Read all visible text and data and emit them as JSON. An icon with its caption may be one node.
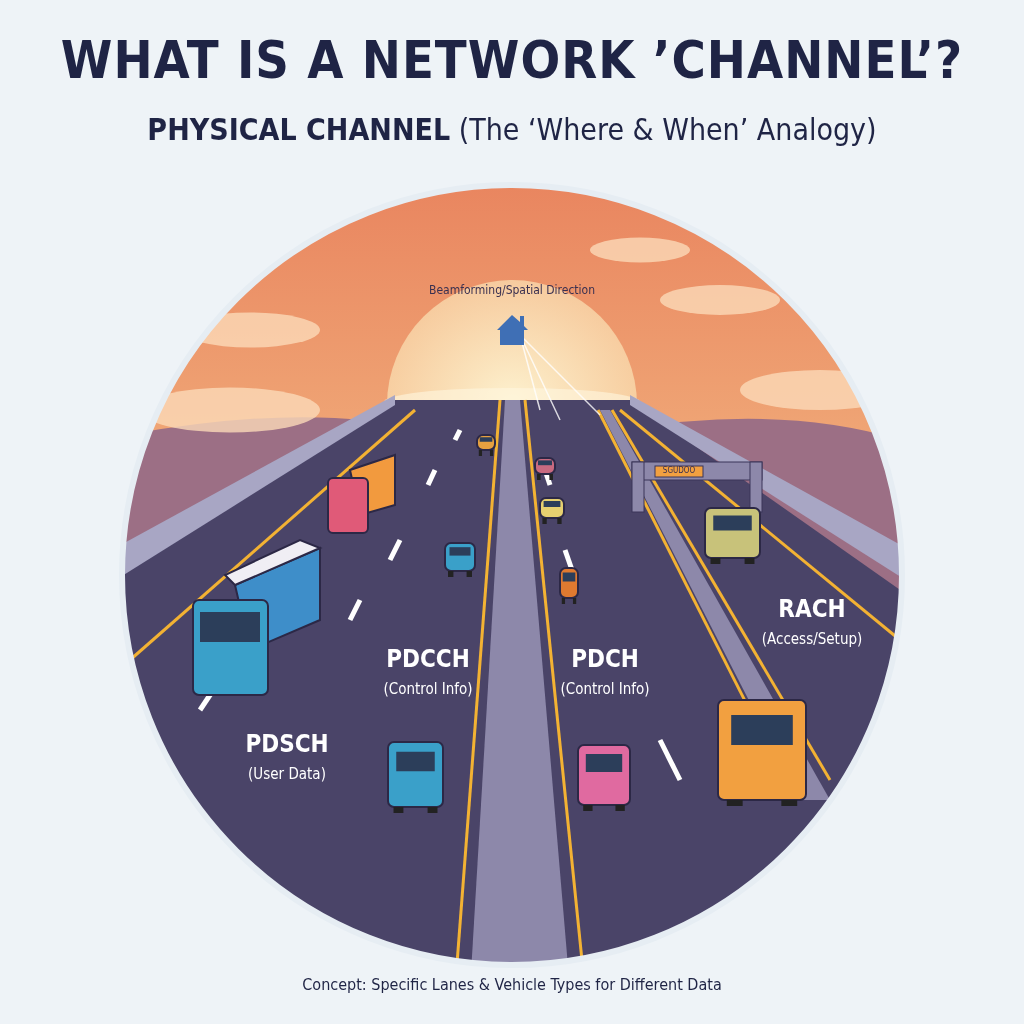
{
  "diagram": {
    "title": "WHAT IS A NETWORK ’CHANNEL’?",
    "caption": "Concept: Specific Lanes & Vehicle Types for Different Data",
    "labels": [
      "**PHYSICAL CHANNEL** (The ‘Where & When’ Analogy)",
      "Beamforming/Spatial Direction",
      "SGUDOO",
      "RACH",
      "(Access/Setup)",
      "PDCCH",
      "(Control Info)",
      "PDCH",
      "(Control Info)",
      "PDSCH",
      "(User Data)"
    ]
  }
}
